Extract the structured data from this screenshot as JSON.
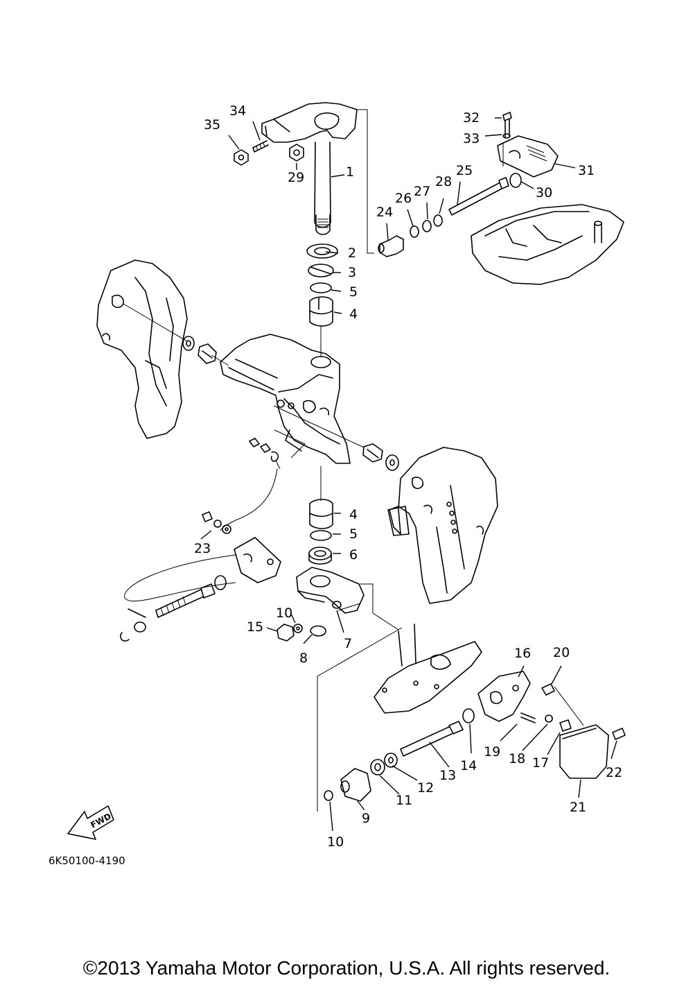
{
  "diagram": {
    "part_labels": [
      {
        "id": "lbl-35",
        "text": "35"
      },
      {
        "id": "lbl-34",
        "text": "34"
      },
      {
        "id": "lbl-29",
        "text": "29"
      },
      {
        "id": "lbl-1",
        "text": "1"
      },
      {
        "id": "lbl-2",
        "text": "2"
      },
      {
        "id": "lbl-3",
        "text": "3"
      },
      {
        "id": "lbl-5a",
        "text": "5"
      },
      {
        "id": "lbl-4a",
        "text": "4"
      },
      {
        "id": "lbl-32",
        "text": "32"
      },
      {
        "id": "lbl-33",
        "text": "33"
      },
      {
        "id": "lbl-31",
        "text": "31"
      },
      {
        "id": "lbl-30",
        "text": "30"
      },
      {
        "id": "lbl-25",
        "text": "25"
      },
      {
        "id": "lbl-28",
        "text": "28"
      },
      {
        "id": "lbl-27",
        "text": "27"
      },
      {
        "id": "lbl-26",
        "text": "26"
      },
      {
        "id": "lbl-24",
        "text": "24"
      },
      {
        "id": "lbl-4b",
        "text": "4"
      },
      {
        "id": "lbl-5b",
        "text": "5"
      },
      {
        "id": "lbl-6",
        "text": "6"
      },
      {
        "id": "lbl-23",
        "text": "23"
      },
      {
        "id": "lbl-10a",
        "text": "10"
      },
      {
        "id": "lbl-15",
        "text": "15"
      },
      {
        "id": "lbl-8",
        "text": "8"
      },
      {
        "id": "lbl-7",
        "text": "7"
      },
      {
        "id": "lbl-16",
        "text": "16"
      },
      {
        "id": "lbl-20",
        "text": "20"
      },
      {
        "id": "lbl-19",
        "text": "19"
      },
      {
        "id": "lbl-18",
        "text": "18"
      },
      {
        "id": "lbl-17",
        "text": "17"
      },
      {
        "id": "lbl-22",
        "text": "22"
      },
      {
        "id": "lbl-14",
        "text": "14"
      },
      {
        "id": "lbl-13",
        "text": "13"
      },
      {
        "id": "lbl-12",
        "text": "12"
      },
      {
        "id": "lbl-11",
        "text": "11"
      },
      {
        "id": "lbl-9",
        "text": "9"
      },
      {
        "id": "lbl-10b",
        "text": "10"
      },
      {
        "id": "lbl-21",
        "text": "21"
      }
    ],
    "fwd_marker": "FWD",
    "reference_code": "6K50100-4190"
  },
  "footer": {
    "copyright": "©2013 Yamaha Motor Corporation, U.S.A. All rights reserved."
  }
}
